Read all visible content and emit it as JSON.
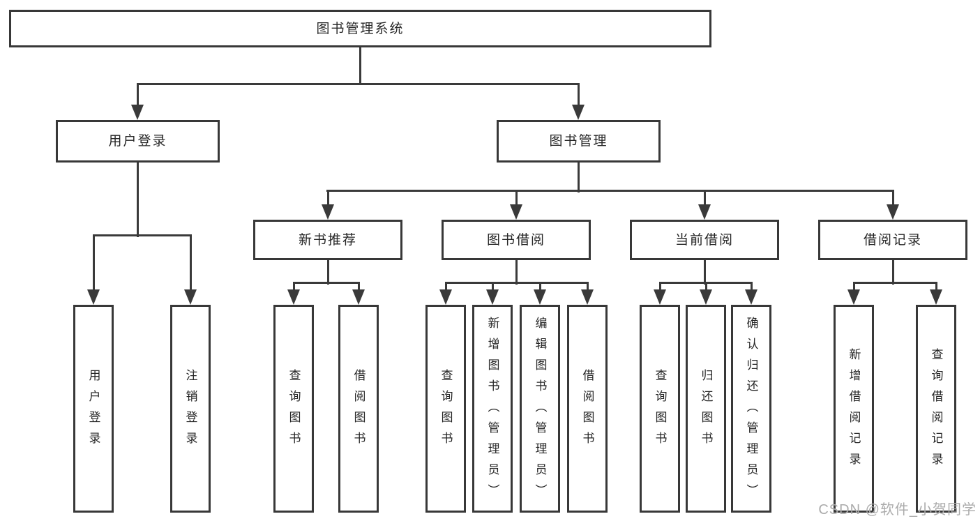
{
  "diagram": {
    "title": "图书管理系统",
    "watermark": "CSDN @软件_小贺同学",
    "level2": {
      "user_login": "用户登录",
      "book_mgmt": "图书管理"
    },
    "level3": {
      "new_book": "新书推荐",
      "borrow": "图书借阅",
      "current": "当前借阅",
      "records": "借阅记录"
    },
    "leaves": {
      "user_login_1": "用户登录",
      "user_login_2": "注销登录",
      "new_book_1": "查询图书",
      "new_book_2": "借阅图书",
      "borrow_1": "查询图书",
      "borrow_2": "新增图书（管理员）",
      "borrow_3": "编辑图书（管理员）",
      "borrow_4": "借阅图书",
      "current_1": "查询图书",
      "current_2": "归还图书",
      "current_3": "确认归还（管理员）",
      "records_1": "新增借阅记录",
      "records_2": "查询借阅记录"
    },
    "colors": {
      "line": "#3a3a3a",
      "text": "#262626",
      "watermark": "#ababab"
    }
  }
}
